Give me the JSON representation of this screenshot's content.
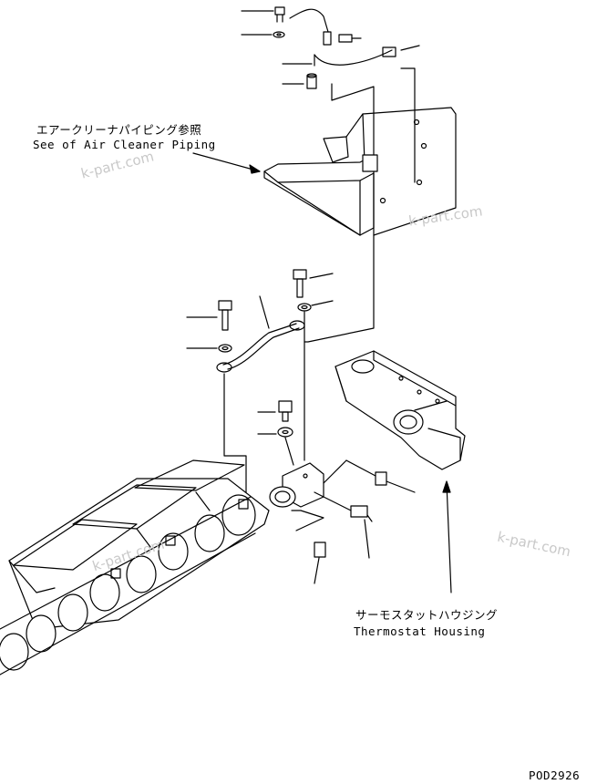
{
  "labels": {
    "air_cleaner_jp": "エアークリーナパイピング参照",
    "air_cleaner_en": "See of Air Cleaner Piping",
    "thermostat_jp": "サーモスタットハウジング",
    "thermostat_en": "Thermostat Housing",
    "drawing_number": "POD2926"
  },
  "watermark": "k-part.com",
  "colors": {
    "line": "#000000",
    "watermark": "#c9c9c9",
    "background": "#ffffff"
  }
}
